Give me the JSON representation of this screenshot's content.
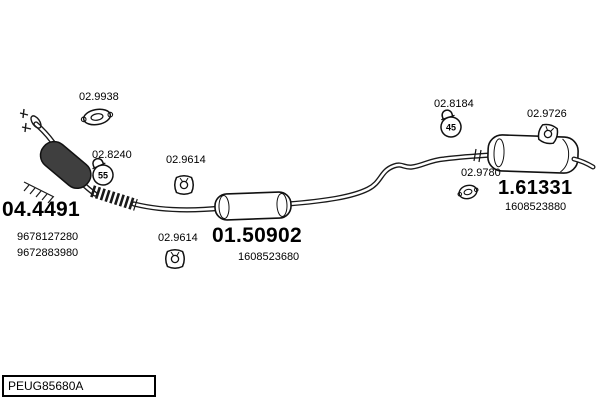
{
  "labels": {
    "gasket_front": "02.9938",
    "clamp_front": "02.8240",
    "clamp_front_size": "55",
    "hanger_mid_a": "02.9614",
    "hanger_mid_b": "02.9614",
    "clamp_rear": "02.8184",
    "clamp_rear_size": "45",
    "hanger_rear": "02.9726",
    "gasket_rear": "02.9780"
  },
  "sections": {
    "front": {
      "code": "04.4491",
      "refs": [
        "9678127280",
        "9672883980"
      ]
    },
    "centre": {
      "code": "01.50902",
      "refs": [
        "1608523680"
      ]
    },
    "rear": {
      "code": "1.61331",
      "refs": [
        "1608523880"
      ]
    }
  },
  "footer": {
    "part_code": "PEUG85680A"
  }
}
